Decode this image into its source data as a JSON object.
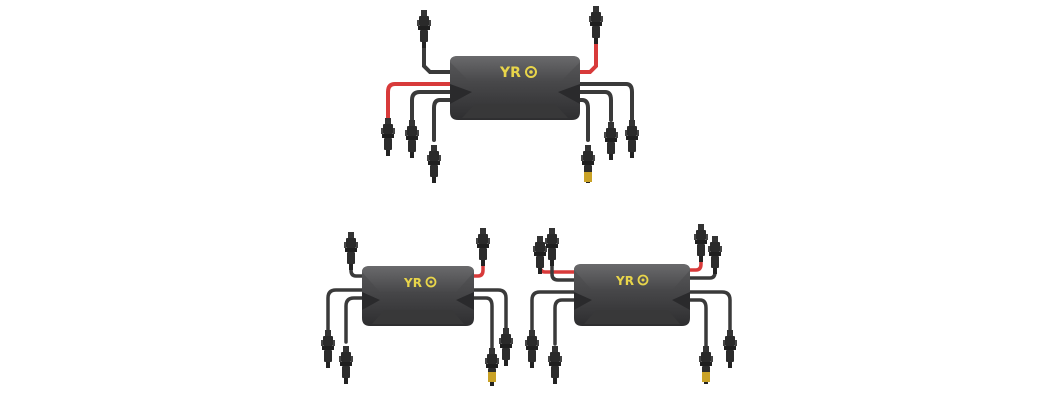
{
  "products": [
    {
      "name": "large-device",
      "logo": "YR"
    },
    {
      "name": "small-device-left",
      "logo": "YR"
    },
    {
      "name": "small-device-right",
      "logo": "YR"
    }
  ],
  "colors": {
    "background": "#ffffff",
    "housing": "#4a4a4c",
    "housing_dark": "#2f2f31",
    "cable_black": "#3a3a3a",
    "cable_red": "#d83a3a",
    "connector": "#2a2a2a",
    "logo": "#e8d54a"
  },
  "icons": [
    "sun-logo-icon"
  ]
}
